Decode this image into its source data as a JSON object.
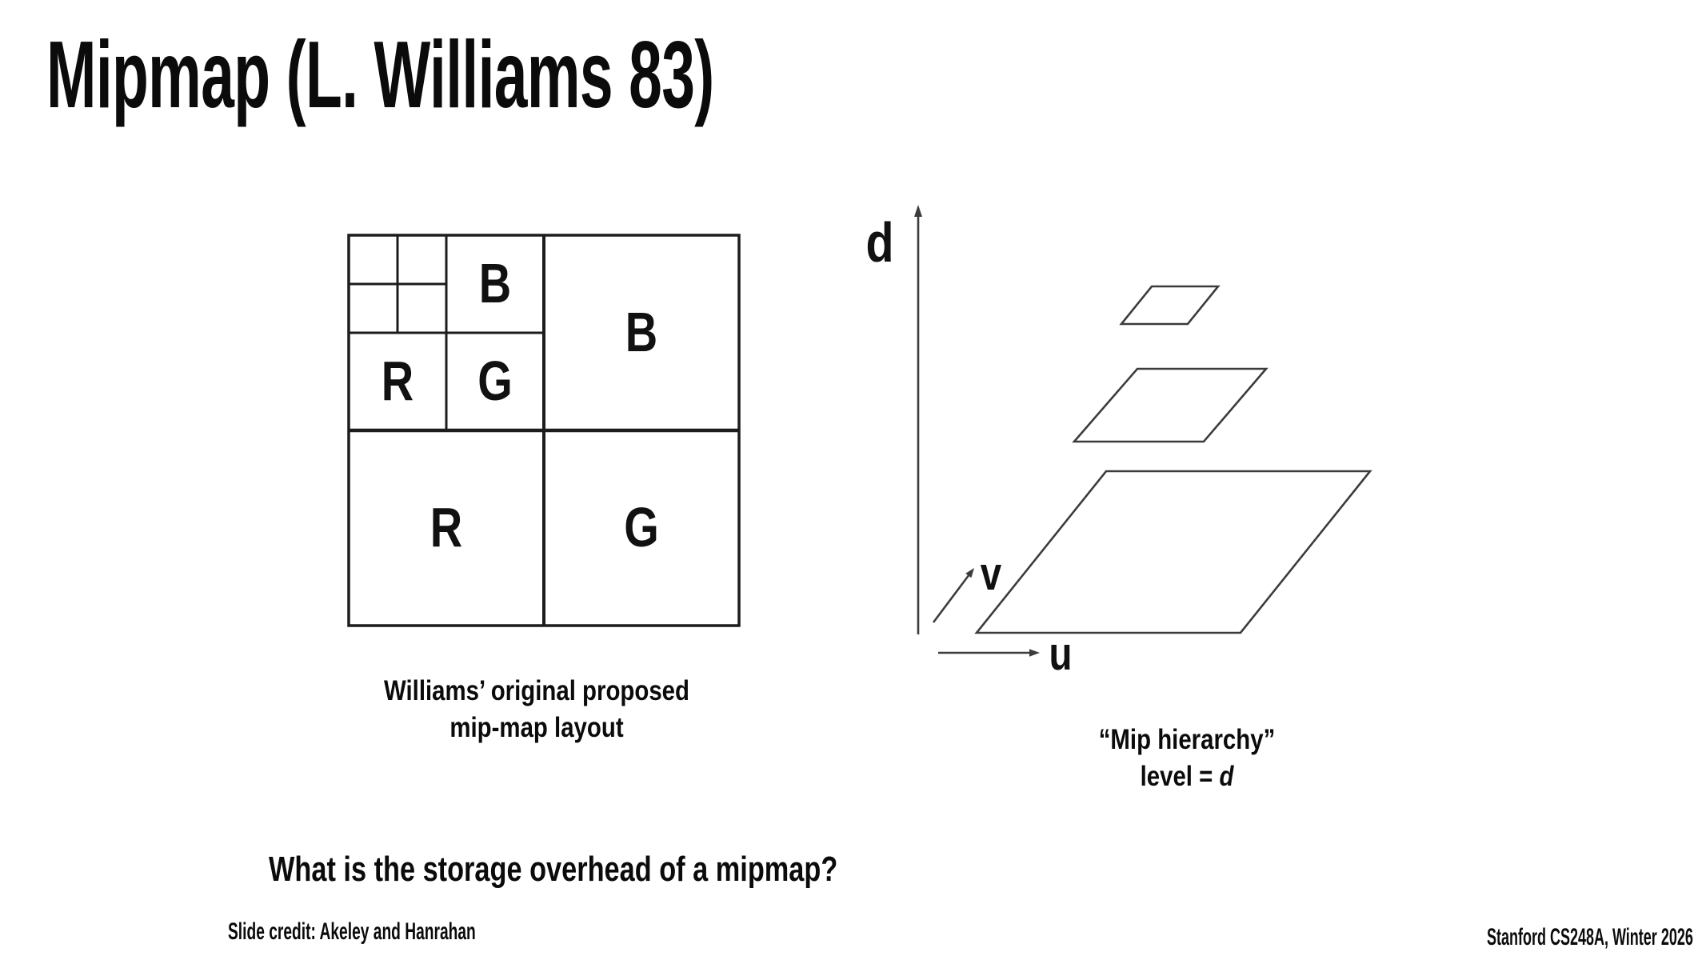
{
  "slide": {
    "title": "Mipmap (L. Williams 83)",
    "question": "What is the storage overhead of a mipmap?",
    "credit": "Slide credit: Akeley and Hanrahan",
    "footer": "Stanford CS248A, Winter 2026"
  },
  "layout_diagram": {
    "caption_line1": "Williams’ original proposed",
    "caption_line2": "mip-map layout",
    "labels": {
      "b_level3": "B",
      "r_level2": "R",
      "g_level2": "G",
      "b_level1": "B",
      "r_level1": "R",
      "g_level1": "G"
    },
    "stroke_color": "#1c1c1c"
  },
  "hierarchy_diagram": {
    "caption_line1": "“Mip hierarchy”",
    "caption_line2_prefix": "level = ",
    "caption_line2_var": "d",
    "axis_d_label": "d",
    "axis_v_label": "v",
    "axis_u_label": "u",
    "stroke_color": "#3c3c3c",
    "levels": 3
  }
}
